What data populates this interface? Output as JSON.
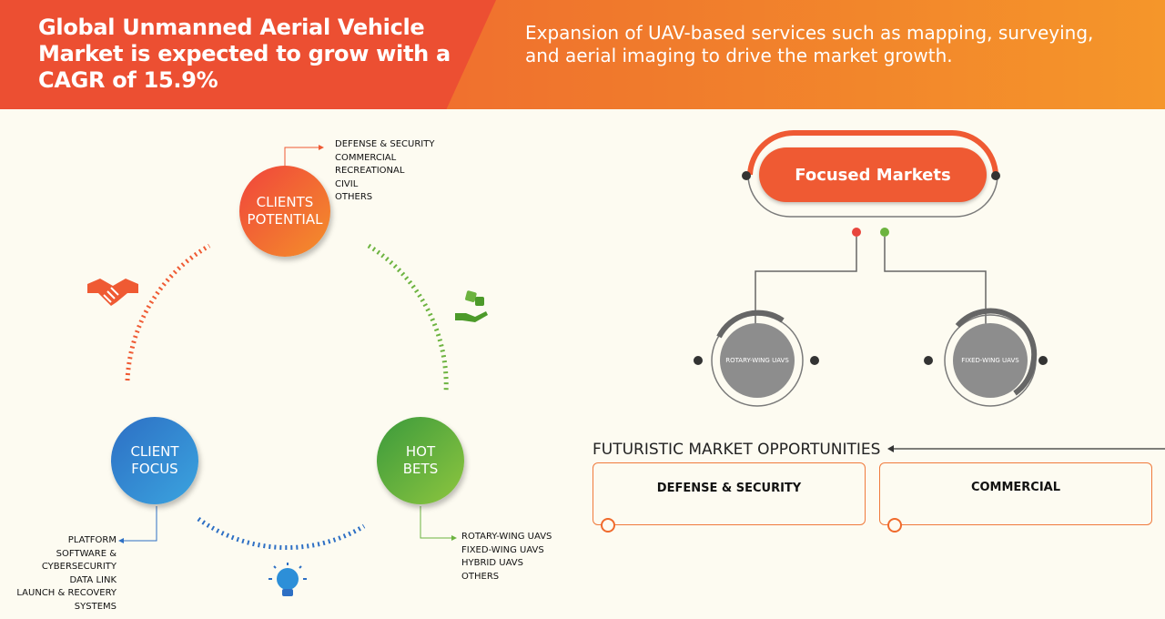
{
  "header": {
    "title": "Global Unmanned Aerial Vehicle Market is expected to grow with a CAGR of 15.9%",
    "subtitle": "Expansion of UAV-based services such as mapping, surveying, and aerial imaging to drive the market growth."
  },
  "cycle": {
    "clients_potential": {
      "label_line1": "CLIENTS",
      "label_line2": "POTENTIAL",
      "items": [
        "DEFENSE & SECURITY",
        "COMMERCIAL",
        "RECREATIONAL",
        "CIVIL",
        "OTHERS"
      ]
    },
    "client_focus": {
      "label_line1": "CLIENT",
      "label_line2": "FOCUS",
      "items": [
        "PLATFORM",
        "SOFTWARE &",
        "CYBERSECURITY",
        "DATA LINK",
        "LAUNCH & RECOVERY",
        "SYSTEMS"
      ]
    },
    "hot_bets": {
      "label_line1": "HOT",
      "label_line2": "BETS",
      "items": [
        "ROTARY-WING UAVS",
        "FIXED-WING UAVS",
        "HYBRID UAVS",
        "OTHERS"
      ]
    }
  },
  "focused_markets": {
    "title": "Focused Markets",
    "segments": [
      "ROTARY-WING UAVS",
      "FIXED-WING UAVS"
    ]
  },
  "futuristic": {
    "title": "FUTURISTIC MARKET OPPORTUNITIES",
    "opportunities": [
      "DEFENSE & SECURITY",
      "COMMERCIAL"
    ]
  },
  "colors": {
    "orange": "#ef5a33",
    "blue": "#2d6fc4",
    "green": "#6cb33f",
    "gray": "#8d8d8d"
  },
  "icons": [
    "handshake-icon",
    "dice-hand-icon",
    "lightbulb-icon"
  ]
}
